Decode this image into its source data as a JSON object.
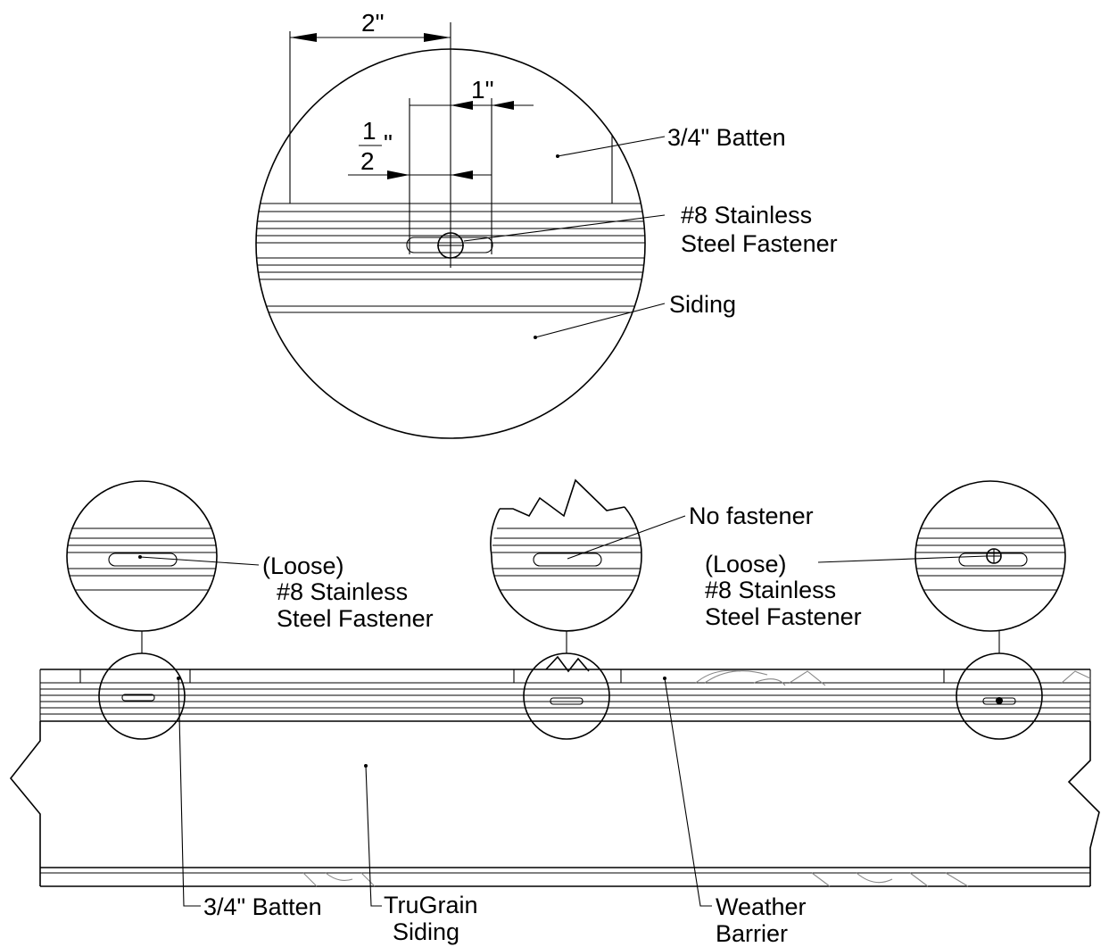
{
  "detail": {
    "dim_2in": "2\"",
    "dim_1in": "1\"",
    "dim_half_num": "1",
    "dim_half_den": "2",
    "dim_half_unit": "\"",
    "label_batten": "3/4\" Batten",
    "label_fastener_line1": "#8 Stainless",
    "label_fastener_line2": "Steel Fastener",
    "label_siding": "Siding"
  },
  "callouts": {
    "left_line1": "(Loose)",
    "left_line2": "#8 Stainless",
    "left_line3": "Steel Fastener",
    "middle": "No fastener",
    "right_line1": "(Loose)",
    "right_line2": "#8 Stainless",
    "right_line3": "Steel Fastener"
  },
  "bottom_labels": {
    "batten": "3/4\" Batten",
    "siding_line1": "TruGrain",
    "siding_line2": "Siding",
    "barrier_line1": "Weather",
    "barrier_line2": "Barrier"
  }
}
